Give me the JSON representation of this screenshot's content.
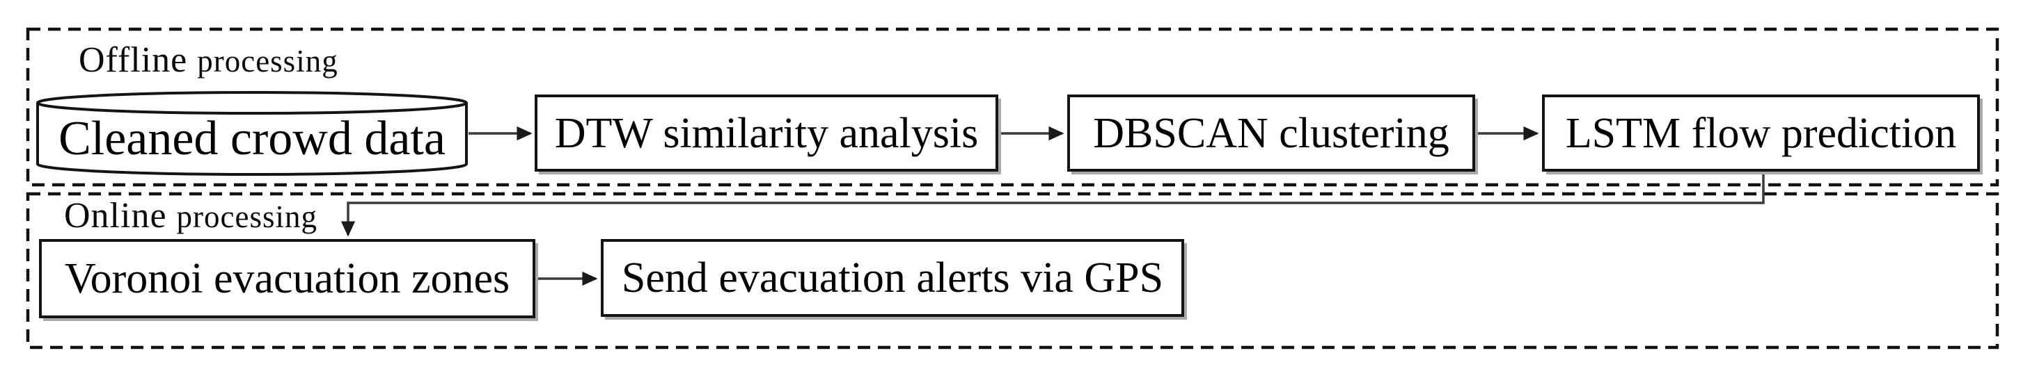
{
  "diagram": {
    "type": "flowchart",
    "background_color": "#ffffff",
    "box_stroke_color": "#141414",
    "dashed_border_color": "#111111",
    "connector_color": "#3a3a3a",
    "sections": [
      {
        "id": "offline",
        "label_main": "Offline",
        "label_sub": "processing"
      },
      {
        "id": "online",
        "label_main": "Online",
        "label_sub": "processing"
      }
    ],
    "nodes": [
      {
        "id": "cleaned-crowd-data",
        "label": "Cleaned crowd data",
        "shape": "cylinder",
        "section": "offline"
      },
      {
        "id": "dtw",
        "label": "DTW similarity analysis",
        "shape": "rectangle",
        "section": "offline"
      },
      {
        "id": "dbscan",
        "label": "DBSCAN clustering",
        "shape": "rectangle",
        "section": "offline"
      },
      {
        "id": "lstm",
        "label": "LSTM flow prediction",
        "shape": "rectangle",
        "section": "offline"
      },
      {
        "id": "voronoi",
        "label": "Voronoi evacuation zones",
        "shape": "rectangle",
        "section": "online"
      },
      {
        "id": "alerts",
        "label": "Send evacuation alerts via GPS",
        "shape": "rectangle",
        "section": "online"
      }
    ],
    "edges": [
      {
        "from": "cleaned-crowd-data",
        "to": "dtw"
      },
      {
        "from": "dtw",
        "to": "dbscan"
      },
      {
        "from": "dbscan",
        "to": "lstm"
      },
      {
        "from": "lstm",
        "to": "voronoi",
        "style": "elbow-down-left-down"
      },
      {
        "from": "voronoi",
        "to": "alerts"
      }
    ]
  }
}
